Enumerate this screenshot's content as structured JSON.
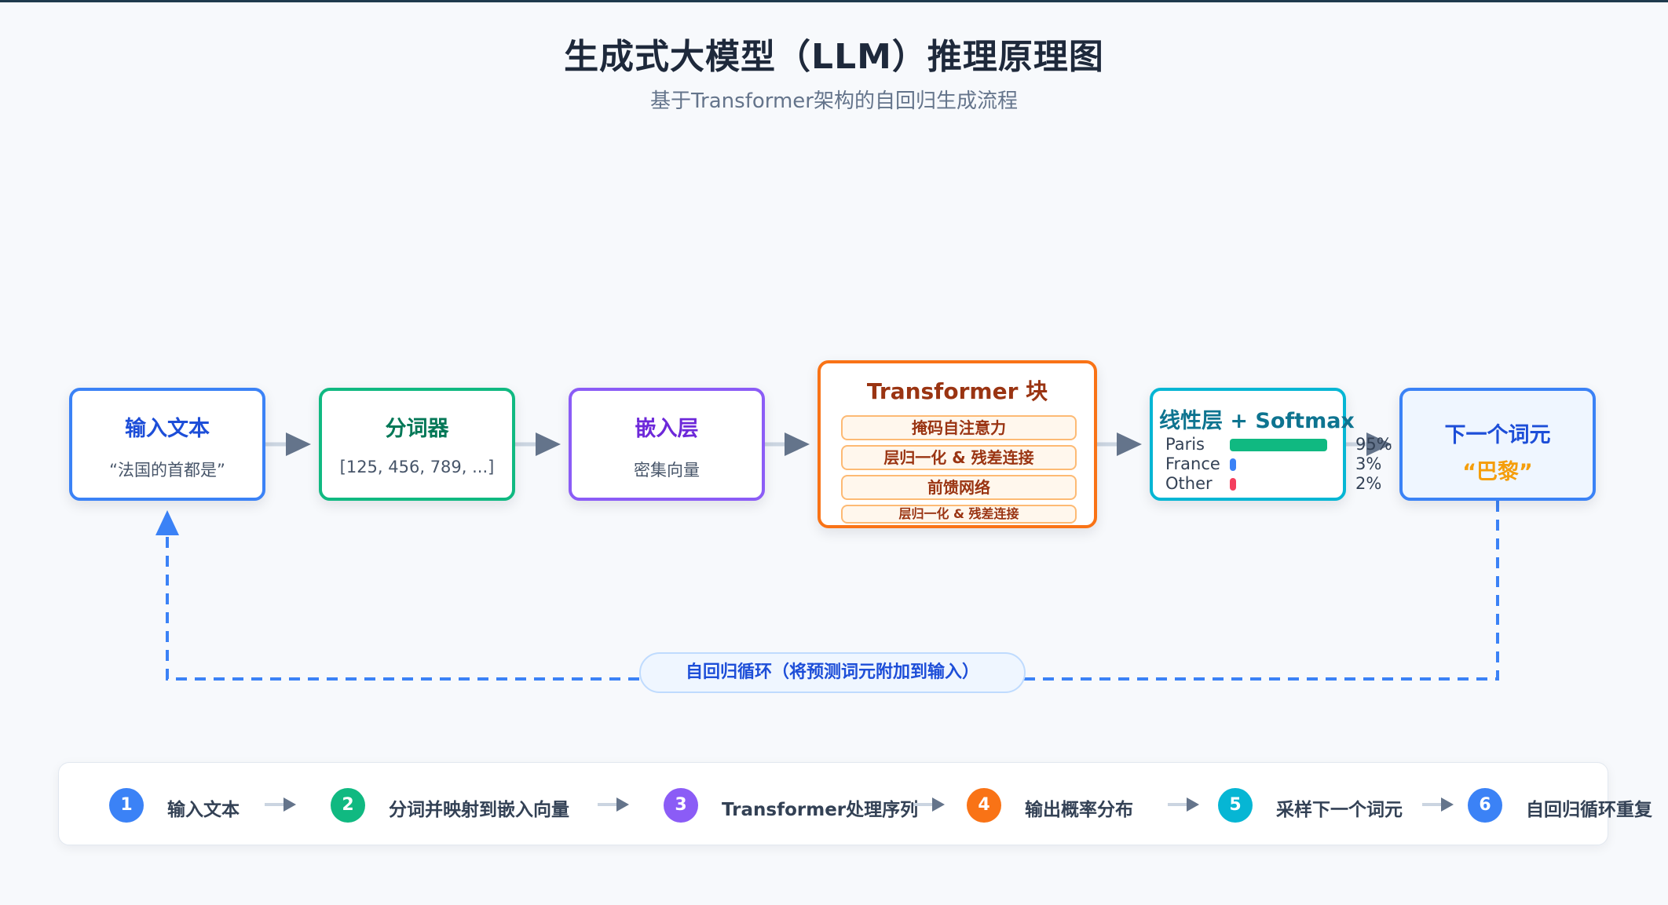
{
  "title": "生成式大模型（LLM）推理原理图",
  "subtitle": "基于Transformer架构的自回归生成流程",
  "nodes": {
    "input": {
      "title": "输入文本",
      "sub": "“法国的首都是”"
    },
    "tokenizer": {
      "title": "分词器",
      "sub": "[125, 456, 789, ...]"
    },
    "embedding": {
      "title": "嵌入层",
      "sub": "密集向量"
    },
    "transformer": {
      "title": "Transformer 块",
      "layers": [
        "掩码自注意力",
        "层归一化 & 残差连接",
        "前馈网络",
        "层归一化 & 残差连接"
      ]
    },
    "softmax": {
      "title": "线性层 + Softmax",
      "probs": [
        {
          "label": "Paris",
          "value": "95%",
          "fraction": 0.95,
          "color": "#10b981"
        },
        {
          "label": "France",
          "value": "3%",
          "fraction": 0.03,
          "color": "#3b82f6"
        },
        {
          "label": "Other",
          "value": "2%",
          "fraction": 0.02,
          "color": "#f43f5e"
        }
      ]
    },
    "next": {
      "title": "下一个词元",
      "sub": "“巴黎”"
    }
  },
  "loop_label": "自回归循环（将预测词元附加到输入）",
  "steps": [
    {
      "num": "1",
      "label": "输入文本",
      "color": "#3b82f6"
    },
    {
      "num": "2",
      "label": "分词并映射到嵌入向量",
      "color": "#10b981"
    },
    {
      "num": "3",
      "label": "Transformer处理序列",
      "color": "#8b5cf6"
    },
    {
      "num": "4",
      "label": "输出概率分布",
      "color": "#f97316"
    },
    {
      "num": "5",
      "label": "采样下一个词元",
      "color": "#06b6d4"
    },
    {
      "num": "6",
      "label": "自回归循环重复",
      "color": "#3b82f6"
    }
  ]
}
